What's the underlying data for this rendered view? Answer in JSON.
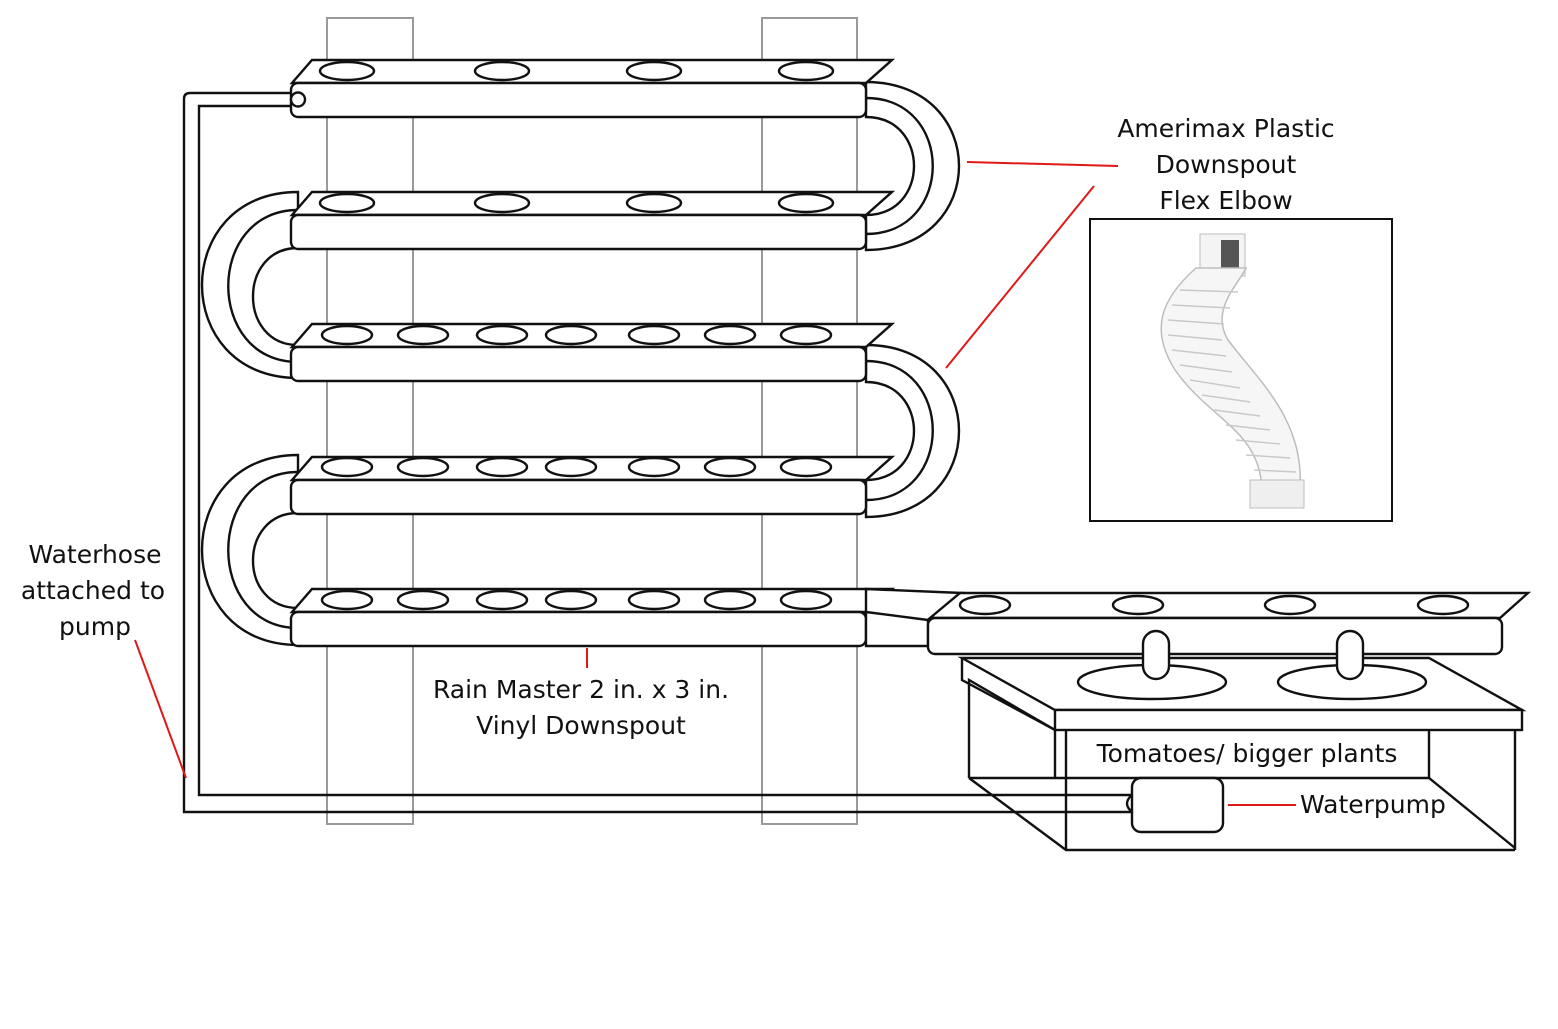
{
  "labels": {
    "flex_elbow": [
      "Amerimax Plastic",
      "Downspout",
      "Flex Elbow"
    ],
    "downspout": [
      "Rain Master 2 in. x 3 in.",
      "Vinyl Downspout"
    ],
    "waterhose": [
      "Waterhose",
      "attached to",
      "pump"
    ],
    "reservoir": "Tomatoes/ bigger plants",
    "pump": "Waterpump"
  },
  "colors": {
    "line": "#111111",
    "leader": "#e01818",
    "post": "#9a9a9a",
    "background": "#ffffff"
  },
  "icons": {
    "photo": "flex-elbow-photo"
  }
}
